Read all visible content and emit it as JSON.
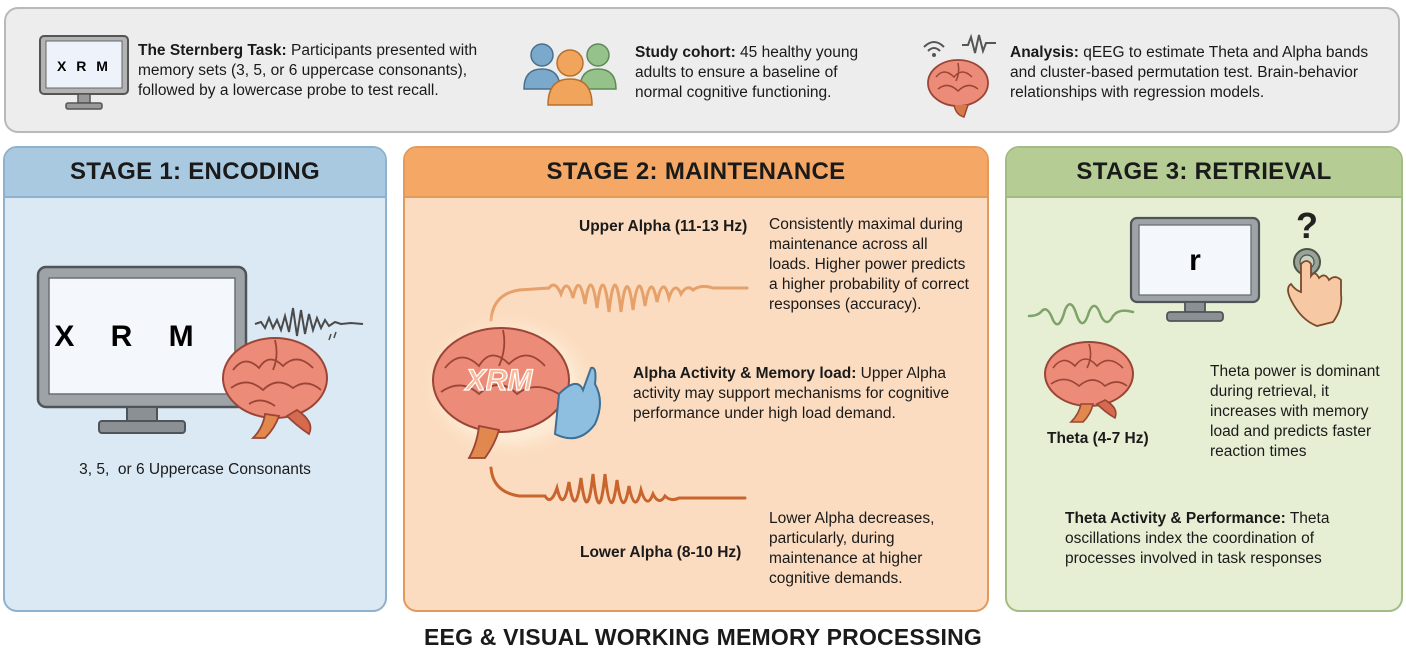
{
  "top": {
    "task": {
      "heading": "The Sternberg Task:",
      "body": " Participants presented with memory sets (3, 5, or 6 uppercase consonants), followed by a lowercase probe to test recall.",
      "monitor_text": "X R M"
    },
    "cohort": {
      "heading": "Study cohort:",
      "body": " 45 healthy young adults to ensure a baseline of normal cognitive functioning."
    },
    "analysis": {
      "heading": "Analysis:",
      "body": " qEEG to estimate Theta and Alpha bands and cluster-based permutation test. Brain-behavior relationships with regression models."
    }
  },
  "stage1": {
    "title": "STAGE 1: ENCODING",
    "monitor_text": "X R M",
    "caption": "3, 5,  or 6 Uppercase Consonants"
  },
  "stage2": {
    "title": "STAGE 2: MAINTENANCE",
    "upper_label": "Upper Alpha (11-13 Hz)",
    "upper_text": "Consistently maximal during maintenance across all loads. Higher power predicts a higher probability of correct responses (accuracy).",
    "brain_text": "XRM",
    "middle_heading": "Alpha Activity & Memory load:",
    "middle_body": " Upper Alpha activity may support mechanisms for cognitive performance under high load demand.",
    "lower_label": "Lower Alpha (8-10 Hz)",
    "lower_text": "Lower Alpha decreases, particularly, during maintenance at higher cognitive demands."
  },
  "stage3": {
    "title": "STAGE 3: RETRIEVAL",
    "probe": "r",
    "question": "?",
    "theta_label": "Theta (4-7 Hz)",
    "theta_text": "Theta power is dominant during retrieval, it increases with memory load and predicts faster reaction times",
    "bottom_heading": "Theta Activity & Performance:",
    "bottom_body": " Theta oscillations index the coordination of processes involved in task responses"
  },
  "footer": "EEG & VISUAL WORKING MEMORY PROCESSING",
  "colors": {
    "blue": "#a9c9e1",
    "orange": "#f5a865",
    "green": "#b5cd94",
    "brain": "#ec8b78"
  }
}
